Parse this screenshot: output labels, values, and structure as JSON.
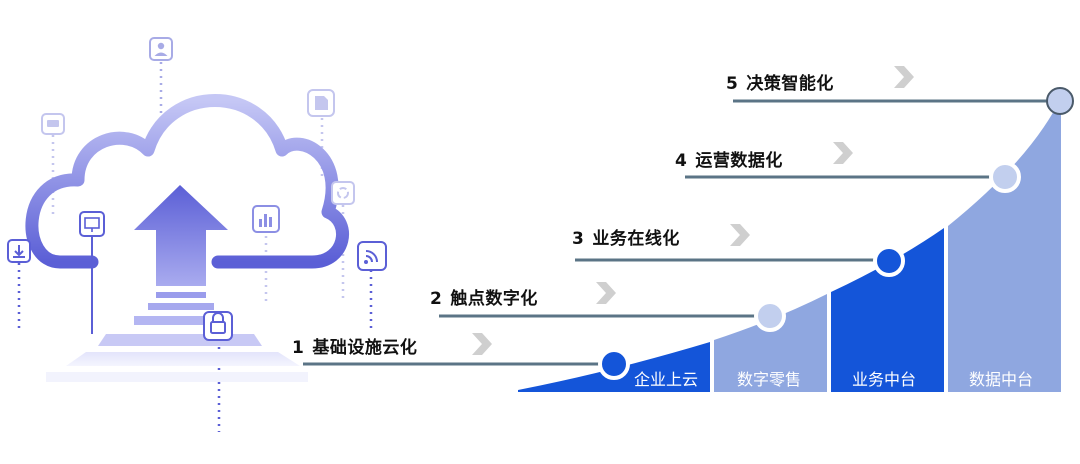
{
  "steps": [
    {
      "number": "1",
      "label": "基础设施云化"
    },
    {
      "number": "2",
      "label": "触点数字化"
    },
    {
      "number": "3",
      "label": "业务在线化"
    },
    {
      "number": "4",
      "label": "运营数据化"
    },
    {
      "number": "5",
      "label": "决策智能化"
    }
  ],
  "blocks": [
    {
      "label": "企业上云",
      "color": "#1455d9"
    },
    {
      "label": "数字零售",
      "color": "#8fa7e0"
    },
    {
      "label": "业务中台",
      "color": "#1455d9"
    },
    {
      "label": "数据中台",
      "color": "#8fa7e0"
    }
  ],
  "colors": {
    "accent_blue": "#1455d9",
    "light_blue": "#8fa7e0",
    "cloud_purple": "#7b7fe0",
    "line_gray": "#5b7486",
    "chevron_gray": "#cfcfcf"
  },
  "icons": [
    "user-icon",
    "chat-icon",
    "document-icon",
    "monitor-icon",
    "bar-chart-icon",
    "refresh-icon",
    "download-icon",
    "wifi-icon",
    "lock-icon",
    "upload-arrow-icon"
  ]
}
